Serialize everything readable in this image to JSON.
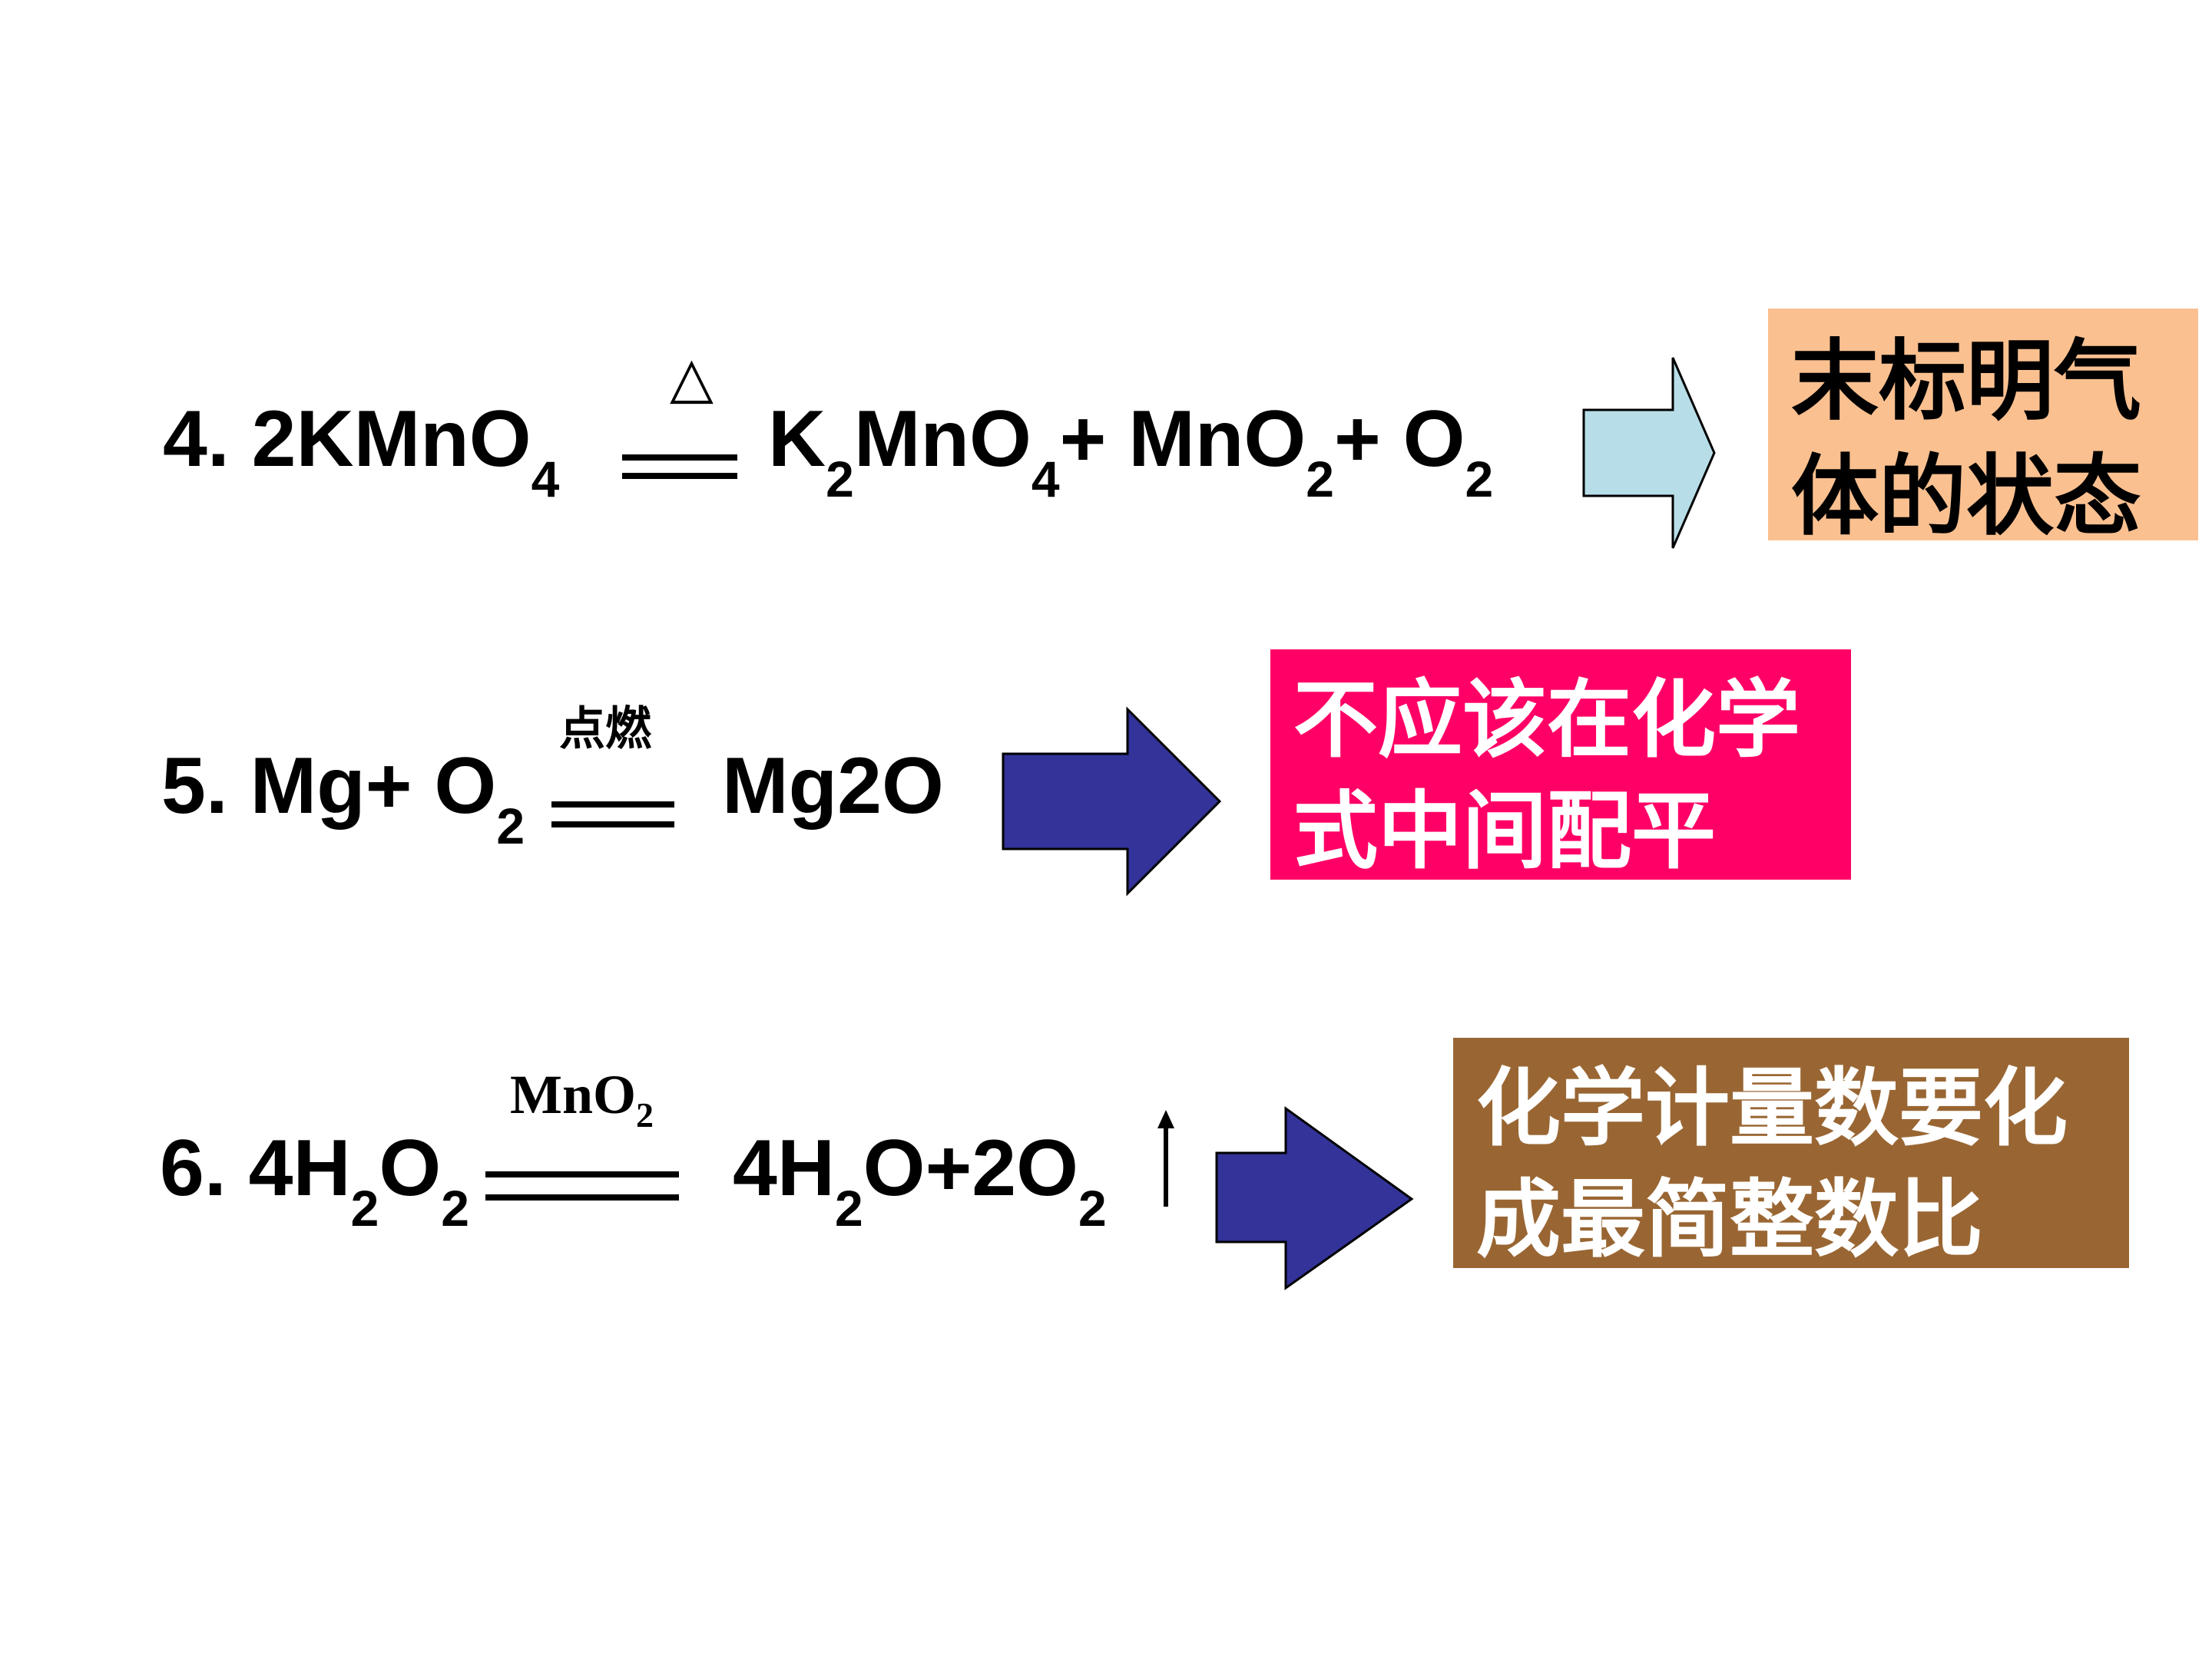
{
  "equations": [
    {
      "number": "4.",
      "reactant": "2KMnO",
      "reactant_sub": "4",
      "condition": "△",
      "p1": "K",
      "p1_sub": "2",
      "p2": "MnO",
      "p2_sub": "4",
      "p3": "+ MnO",
      "p3_sub": "2",
      "p4": "+ O",
      "p4_sub": "2",
      "note_lines": [
        "末标明气",
        "体的状态"
      ]
    },
    {
      "number": "5.",
      "reactant": "Mg+ O",
      "reactant_sub": "2",
      "condition": "点燃",
      "product": "Mg2O",
      "note_lines": [
        "不应该在化学",
        "式中间配平"
      ]
    },
    {
      "number": "6.",
      "r1": "4H",
      "r1_sub": "2",
      "r2": "O",
      "r2_sub": "2",
      "condition": "MnO",
      "condition_sub": "2",
      "p1": "4H",
      "p1_sub": "2",
      "p2": "O+2O",
      "p2_sub": "2",
      "note_lines": [
        "化学计量数要化",
        "成最简整数比"
      ]
    }
  ],
  "colors": {
    "note1_bg": "#FAC090",
    "note1_text": "#000000",
    "note2_bg": "#FF0066",
    "note2_text": "#FFFFFF",
    "note3_bg": "#996633",
    "note3_text": "#FFFFFF",
    "arrow1_fill": "#B7DEE8",
    "arrow_dark_fill": "#333399"
  },
  "icons": [
    "block-arrow-right-light",
    "block-arrow-right-dark",
    "gas-up-arrow-icon"
  ]
}
